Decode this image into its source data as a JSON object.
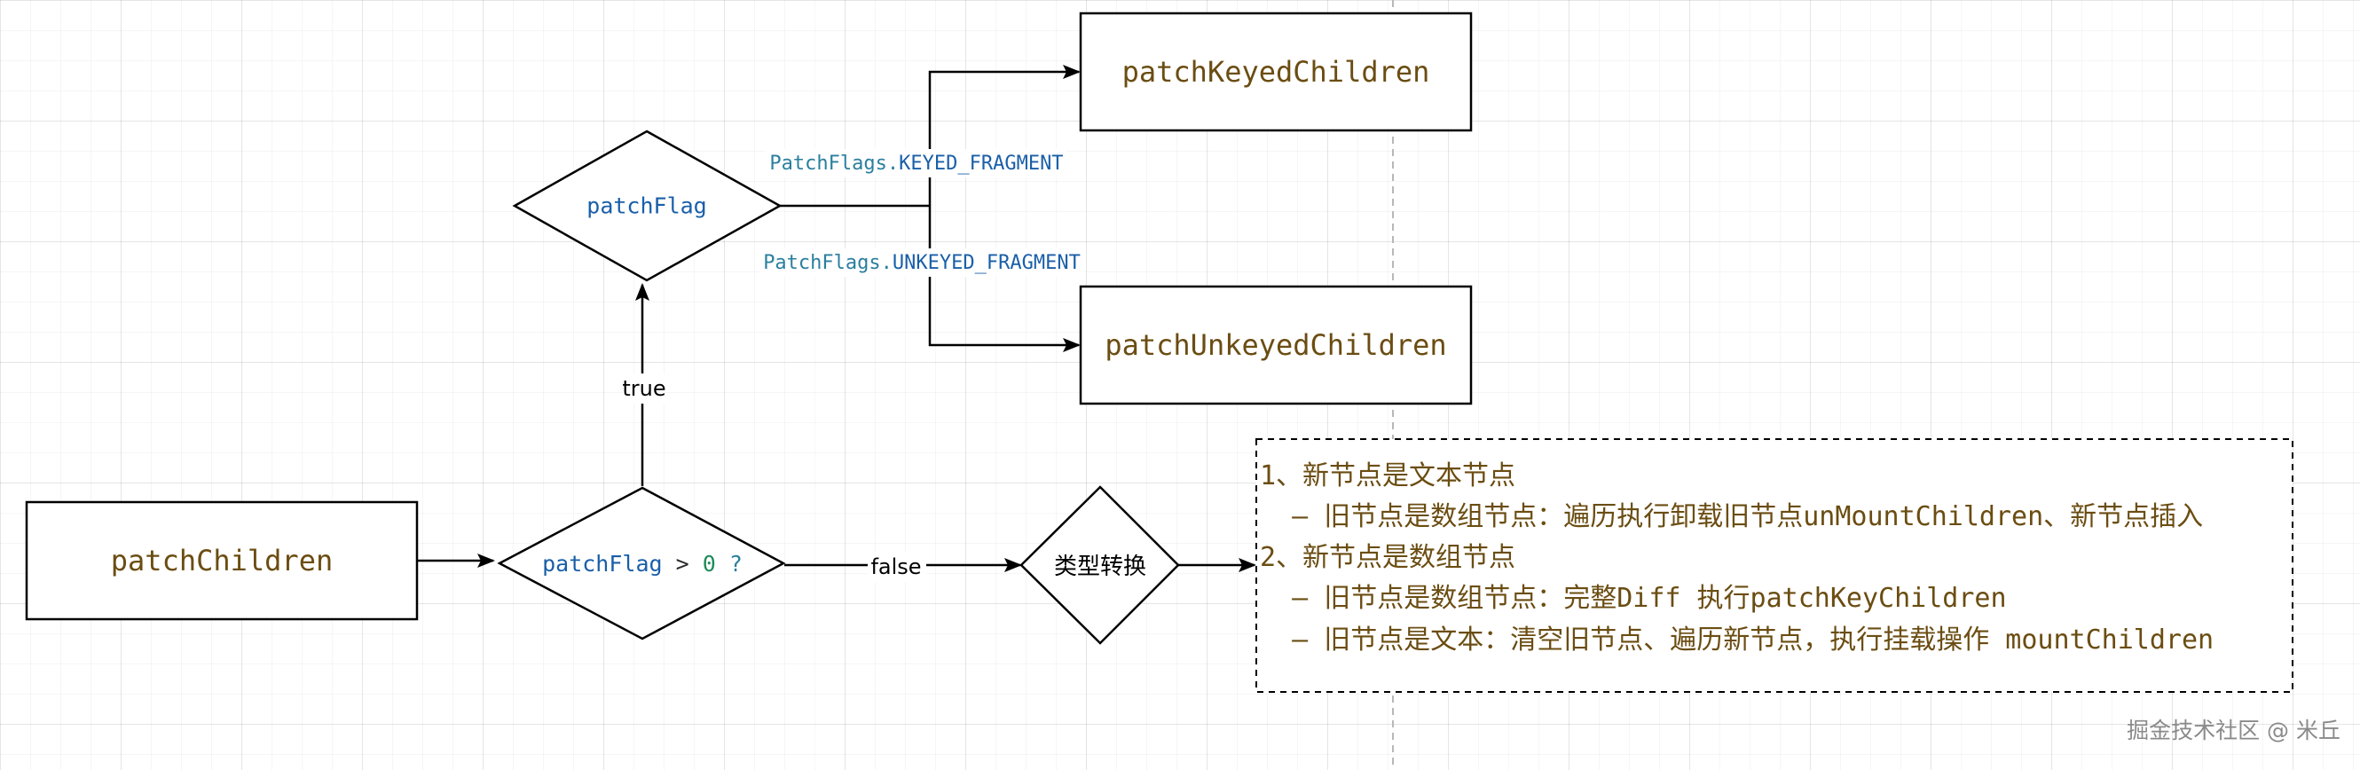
{
  "nodes": {
    "patch_children": "patchChildren",
    "decision_root": {
      "var": "patchFlag",
      "op": " > ",
      "num": "0",
      "q": " ?"
    },
    "decision_flag": "patchFlag",
    "patch_keyed": "patchKeyedChildren",
    "patch_unkeyed": "patchUnkeyedChildren",
    "type_convert": "类型转换"
  },
  "edges": {
    "true_label": "true",
    "false_label": "false",
    "keyed": {
      "prefix": "PatchFlags.",
      "name": "KEYED_FRAGMENT"
    },
    "unkeyed": {
      "prefix": "PatchFlags.",
      "name": "UNKEYED_FRAGMENT"
    }
  },
  "note": {
    "lines": [
      "1、新节点是文本节点",
      "  – 旧节点是数组节点：遍历执行卸载旧节点unMountChildren、新节点插入",
      "2、新节点是数组节点",
      "  – 旧节点是数组节点：完整Diff 执行patchKeyChildren",
      "  – 旧节点是文本：清空旧节点、遍历新节点，执行挂载操作 mountChildren"
    ]
  },
  "watermark": "掘金技术社区 @ 米丘",
  "colors": {
    "box_text": "#6b4d12",
    "code_prefix": "#2a7f9e",
    "code_keyword": "#1a5fa8",
    "code_number": "#1e8a5a",
    "stroke": "#000000"
  }
}
